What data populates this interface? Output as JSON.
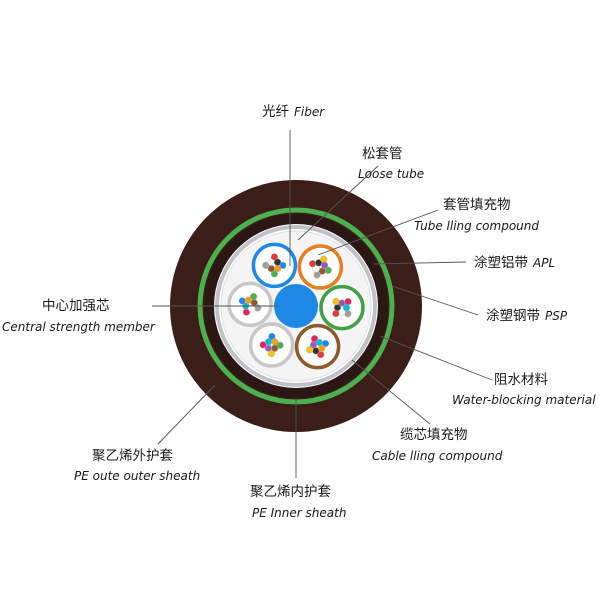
{
  "colors": {
    "outer_sheath": "#3a1e17",
    "inner_sheath": "#2b1713",
    "steel_tape": "#4caf50",
    "aluminum_tape": "#bfc3c8",
    "strength_member": "#1e88e5",
    "tube_blue": "#1e88e5",
    "tube_orange": "#e67e22",
    "tube_green": "#43a047",
    "tube_brown": "#8d5a2b",
    "tube_white": "#c8c8c8",
    "fiber_colors": [
      "#1e88e5",
      "#f39c12",
      "#4caf50",
      "#8d5a2b",
      "#9e9e9e",
      "#ffffff",
      "#e53935",
      "#333333",
      "#f1c40f",
      "#9b59b6",
      "#e91e63",
      "#00bcd4"
    ]
  },
  "labels": {
    "fiber": {
      "zh": "光纤",
      "en": "Fiber"
    },
    "loose_tube": {
      "zh": "松套管",
      "en": "Loose tube"
    },
    "tube_filling": {
      "zh": "套管填充物",
      "en": "Tube lling compound"
    },
    "apl": {
      "zh": "涂塑铝带",
      "en": "APL"
    },
    "psp": {
      "zh": "涂塑钢带",
      "en": "PSP"
    },
    "water_blocking": {
      "zh": "阻水材料",
      "en": "Water-blocking material"
    },
    "cable_filling": {
      "zh": "缆芯填充物",
      "en": "Cable lling compound"
    },
    "inner_sheath": {
      "zh": "聚乙烯内护套",
      "en": "PE Inner sheath"
    },
    "outer_sheath": {
      "zh": "聚乙烯外护套",
      "en": "PE oute outer sheath"
    },
    "strength_member": {
      "zh": "中心加强芯",
      "en": "Central strength member"
    }
  }
}
